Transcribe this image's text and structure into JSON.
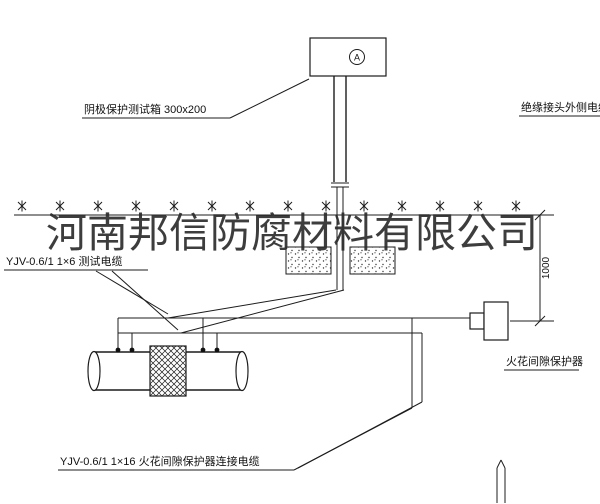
{
  "drawing": {
    "background": "#ffffff",
    "line_color": "#1c1c1c",
    "watermark": {
      "text": "河南邦信防腐材料有限公司",
      "color": "#2d2d2d"
    },
    "test_box": {
      "label": "阴极保护测试箱 300x200",
      "meter_letter": "A"
    },
    "labels": {
      "outer_cable": "绝缘接头外侧电缆",
      "test_cable": "YJV-0.6/1 1×6  测试电缆",
      "spark_protector": "火花间隙保护器",
      "connection_cable": "YJV-0.6/1 1×16  火花间隙保护器连接电缆"
    },
    "dimension": {
      "value": "1000"
    }
  }
}
